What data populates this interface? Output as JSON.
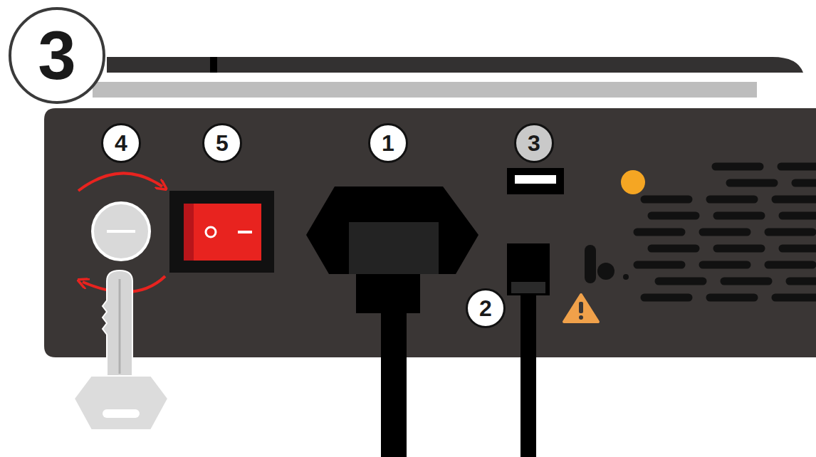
{
  "diagram": {
    "labels": [
      "3",
      "4",
      "5",
      "1",
      "3",
      "2"
    ]
  }
}
